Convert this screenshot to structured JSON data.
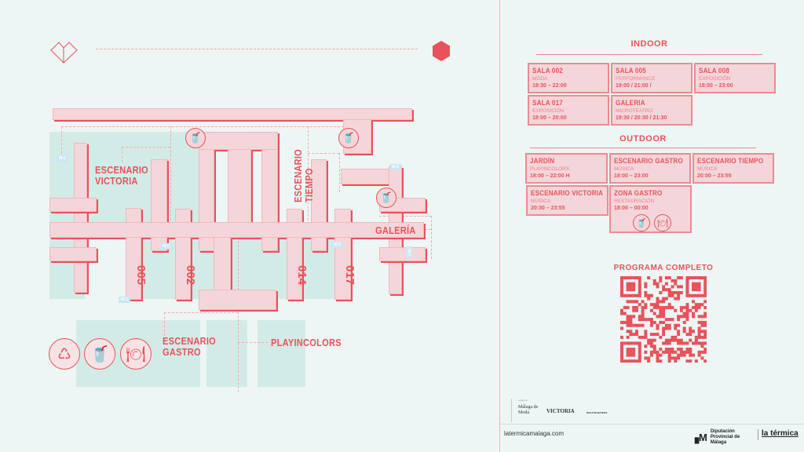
{
  "map": {
    "labels": {
      "victoria_1": "ESCENARIO",
      "victoria_2": "VICTORIA",
      "tiempo_1": "ESCENARIO",
      "tiempo_2": "TIEMPO",
      "galeria": "GALERÍA",
      "gastro_1": "ESCENARIO",
      "gastro_2": "GASTRO",
      "playincolors": "PLAYINCOLORS"
    },
    "rooms": [
      "005",
      "002",
      "014",
      "017"
    ],
    "wc": "W.C"
  },
  "indoor": {
    "title": "INDOOR",
    "cards": [
      {
        "name": "SALA 002",
        "type": "MODA",
        "hours": "18:30 – 22:00"
      },
      {
        "name": "SALA 005",
        "type": "PERFORMANCE",
        "hours": "19:00 / 21:00 /"
      },
      {
        "name": "SALA 008",
        "type": "EXPOSICIÓN",
        "hours": "18:00 – 23:00"
      },
      {
        "name": "SALA 017",
        "type": "EXPOSICIÓN",
        "hours": "18:00 – 20:00"
      },
      {
        "name": "GALERIA",
        "type": "MICROTEATRO",
        "hours": "19:30 / 20:30 / 21:30"
      }
    ]
  },
  "outdoor": {
    "title": "OUTDOOR",
    "cards": [
      {
        "name": "JARDÍN",
        "type": "PLAYINCOLORS",
        "hours": "18:00 – 22:00 H"
      },
      {
        "name": "ESCENARIO GASTRO",
        "type": "MÚSICA",
        "hours": "18:00 – 23:00"
      },
      {
        "name": "ESCENARIO TIEMPO",
        "type": "MÚSICA",
        "hours": "20:00 – 23:55"
      },
      {
        "name": "ESCENARIO VICTORIA",
        "type": "MÚSICA",
        "hours": "20:30 – 23:55"
      },
      {
        "name": "ZONA GASTRO",
        "type": "RESTAURACIÓN",
        "hours": "18:00 – 00:00"
      }
    ]
  },
  "program": {
    "title": "PROGRAMA COMPLETO"
  },
  "sponsors": {
    "label": "colabora",
    "malaga": "Málaga de Moda",
    "victoria": "VICTORIA",
    "doctor": "DOCTOR MATEOS"
  },
  "footer": {
    "url": "latermicamalaga.com",
    "diputacion": "Diputación Provincial de Málaga",
    "termica": "la térmica"
  },
  "colors": {
    "accent": "#e8525a",
    "fill": "#f4d6da",
    "zone": "#d3ebe7",
    "wc": "#cbe6f5"
  }
}
